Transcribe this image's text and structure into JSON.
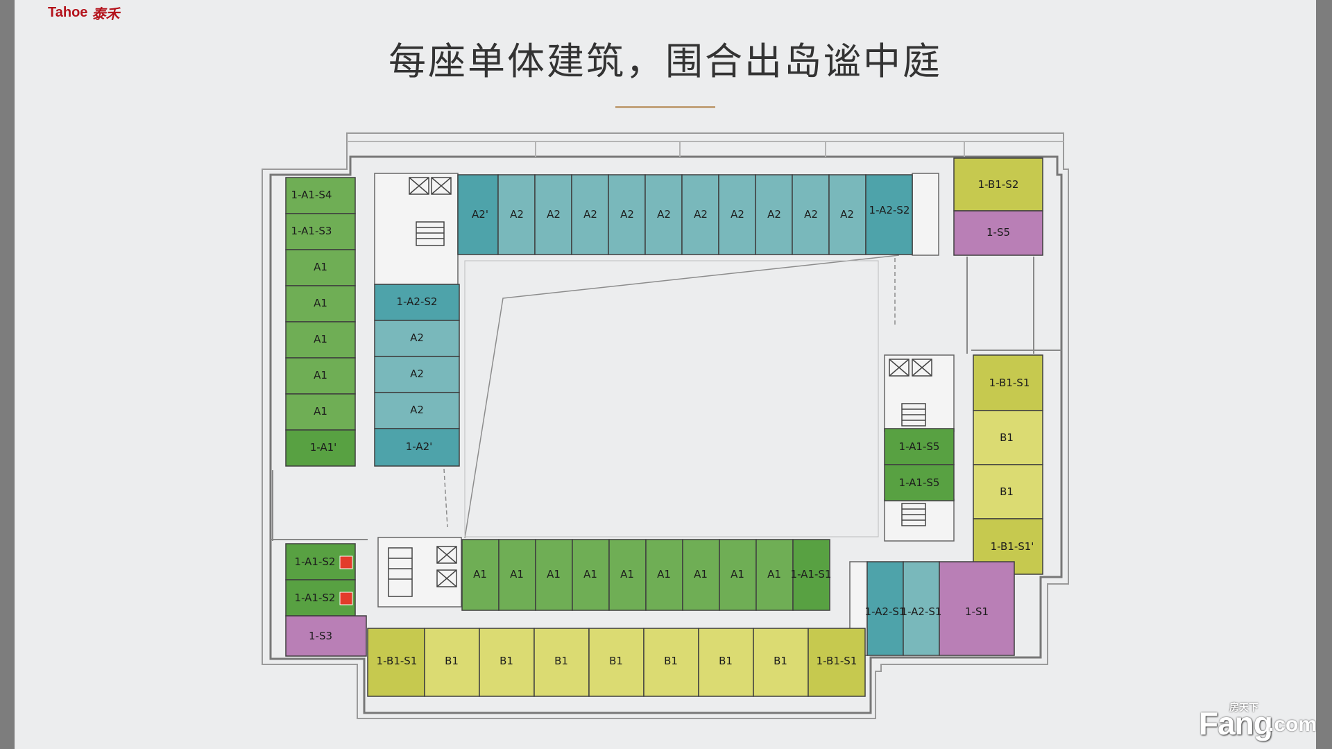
{
  "brand": {
    "name_en": "Tahoe",
    "name_cn": "泰禾",
    "color": "#b4121b"
  },
  "title": "每座单体建筑，围合出岛谧中庭",
  "watermark": {
    "main": "Fang",
    "sub": "房天下",
    "suffix": ".com"
  },
  "colors": {
    "A1": "#6fae55",
    "A1_dark": "#58a142",
    "A2": "#79b8bb",
    "A2_dark": "#4ea3aa",
    "B1": "#dbdb72",
    "B1_dark": "#c6c94f",
    "S": "#b97fb6",
    "accent": "#c2a27a",
    "marker": "#e33b2b"
  },
  "rooms": {
    "left_a1_s4": "1-A1-S4",
    "left_a1_s3": "1-A1-S3",
    "left_a1_1": "A1",
    "left_a1_2": "A1",
    "left_a1_3": "A1",
    "left_a1_4": "A1",
    "left_a1_5": "A1",
    "left_a1_prime": "1-A1'",
    "inner_a2_s2": "1-A2-S2",
    "inner_a2_1": "A2",
    "inner_a2_2": "A2",
    "inner_a2_3": "A2",
    "inner_a2_prime": "1-A2'",
    "top_a2_prime": "A2'",
    "top_a2_1": "A2",
    "top_a2_2": "A2",
    "top_a2_3": "A2",
    "top_a2_4": "A2",
    "top_a2_5": "A2",
    "top_a2_6": "A2",
    "top_a2_7": "A2",
    "top_a2_8": "A2",
    "top_a2_9": "A2",
    "top_a2_10": "A2",
    "top_a2_s2": "1-A2-S2",
    "tr_b1_s2": "1-B1-S2",
    "tr_s5": "1-S5",
    "right_b1_s1": "1-B1-S1",
    "right_b1_1": "B1",
    "right_b1_2": "B1",
    "right_b1_s1_prime": "1-B1-S1'",
    "mid_a1_s5_1": "1-A1-S5",
    "mid_a1_s5_2": "1-A1-S5",
    "bl_a1_s2_1": "1-A1-S2",
    "bl_a1_s2_2": "1-A1-S2",
    "bl_s3": "1-S3",
    "bot_a1_1": "A1",
    "bot_a1_2": "A1",
    "bot_a1_3": "A1",
    "bot_a1_4": "A1",
    "bot_a1_5": "A1",
    "bot_a1_6": "A1",
    "bot_a1_7": "A1",
    "bot_a1_8": "A1",
    "bot_a1_9": "A1",
    "bot_a1_s1": "1-A1-S1",
    "b1_s1_left": "1-B1-S1",
    "b1_1": "B1",
    "b1_2": "B1",
    "b1_3": "B1",
    "b1_4": "B1",
    "b1_5": "B1",
    "b1_6": "B1",
    "b1_7": "B1",
    "b1_s1_right": "1-B1-S1",
    "br_a2_s1_1": "1-A2-S1",
    "br_a2_s1_2": "1-A2-S1",
    "br_s1": "1-S1"
  }
}
